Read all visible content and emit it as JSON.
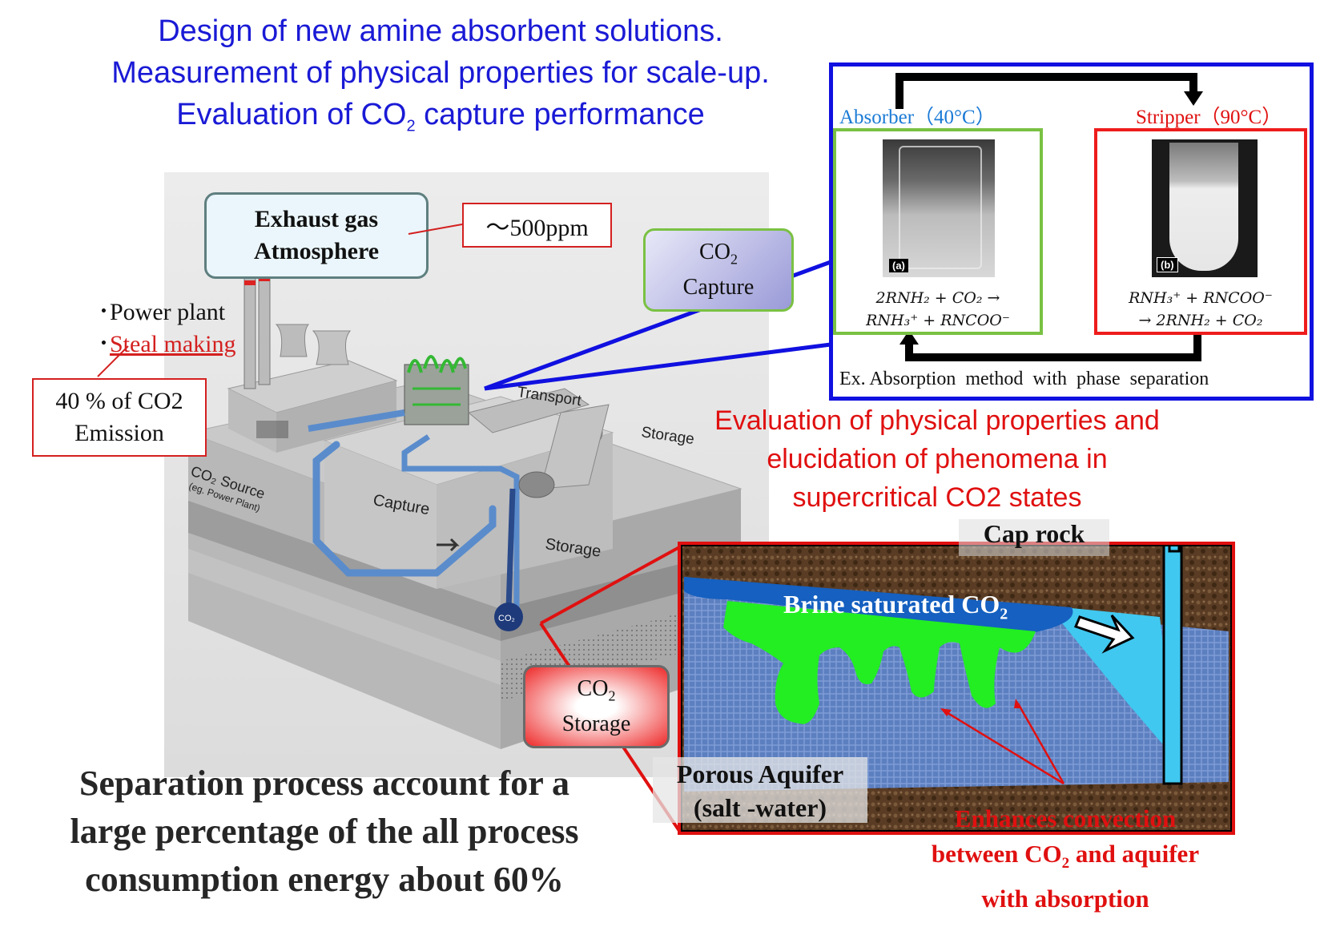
{
  "header": {
    "line1": "Design of new amine absorbent solutions.",
    "line2": "Measurement of physical properties for scale-up.",
    "line3_pre": "Evaluation of CO",
    "line3_sub": "2",
    "line3_post": " capture performance"
  },
  "exhaust_box": {
    "line1": "Exhaust gas",
    "line2": "Atmosphere"
  },
  "ppm_box": "～500ppm",
  "sources": {
    "power_plant": "･Power plant",
    "steel_bullet": "･",
    "steel": "Steal making"
  },
  "emission_box": {
    "line1": "40 % of CO2",
    "line2": "Emission"
  },
  "capture_box": {
    "co": "CO",
    "sub": "2",
    "label": "Capture"
  },
  "storage_box": {
    "co": "CO",
    "sub": "2",
    "label": "Storage"
  },
  "illustration": {
    "source_label": "CO₂ Source",
    "source_sub": "(eg. Power Plant)",
    "transport": "Transport",
    "storage_top": "Storage",
    "capture": "Capture",
    "storage_side": "Storage",
    "co2_bulb": "CO₂"
  },
  "process_panel": {
    "absorber": "Absorber（40°C）",
    "stripper": "Stripper（90°C）",
    "photo_a": "(a)",
    "photo_b": "(b)",
    "eq_absorber_1": "2RNH₂ + CO₂  →",
    "eq_absorber_2": "RNH₃⁺ + RNCOO⁻",
    "eq_stripper_1": "RNH₃⁺ + RNCOO⁻",
    "eq_stripper_2": "→  2RNH₂ + CO₂",
    "caption": "Ex. Absorption  method  with  phase  separation"
  },
  "supercritical": {
    "line1": "Evaluation of physical properties and",
    "line2": "elucidation of phenomena in",
    "line3": "supercritical CO2 states"
  },
  "aquifer": {
    "cap_rock": "Cap rock",
    "brine_pre": "Brine saturated CO",
    "brine_sub": "2",
    "porous_1": "Porous Aquifer",
    "porous_2": "(salt -water)"
  },
  "convection": {
    "line1": "Enhances convection",
    "line2_pre": "between CO",
    "line2_sub": "2",
    "line2_post": " and aquifer",
    "line3": "with absorption"
  },
  "bottom": {
    "line1": "Separation process account for a",
    "line2": "large percentage of the all process",
    "line3": "consumption energy about 60%"
  },
  "colors": {
    "header_blue": "#1a1ad6",
    "accent_red": "#e01010",
    "absorber_green": "#7ac143",
    "stripper_red": "#ee1c1c",
    "panel_blue": "#1010e0",
    "plume_green": "#22ee22",
    "brine_blue": "#1560c0"
  }
}
